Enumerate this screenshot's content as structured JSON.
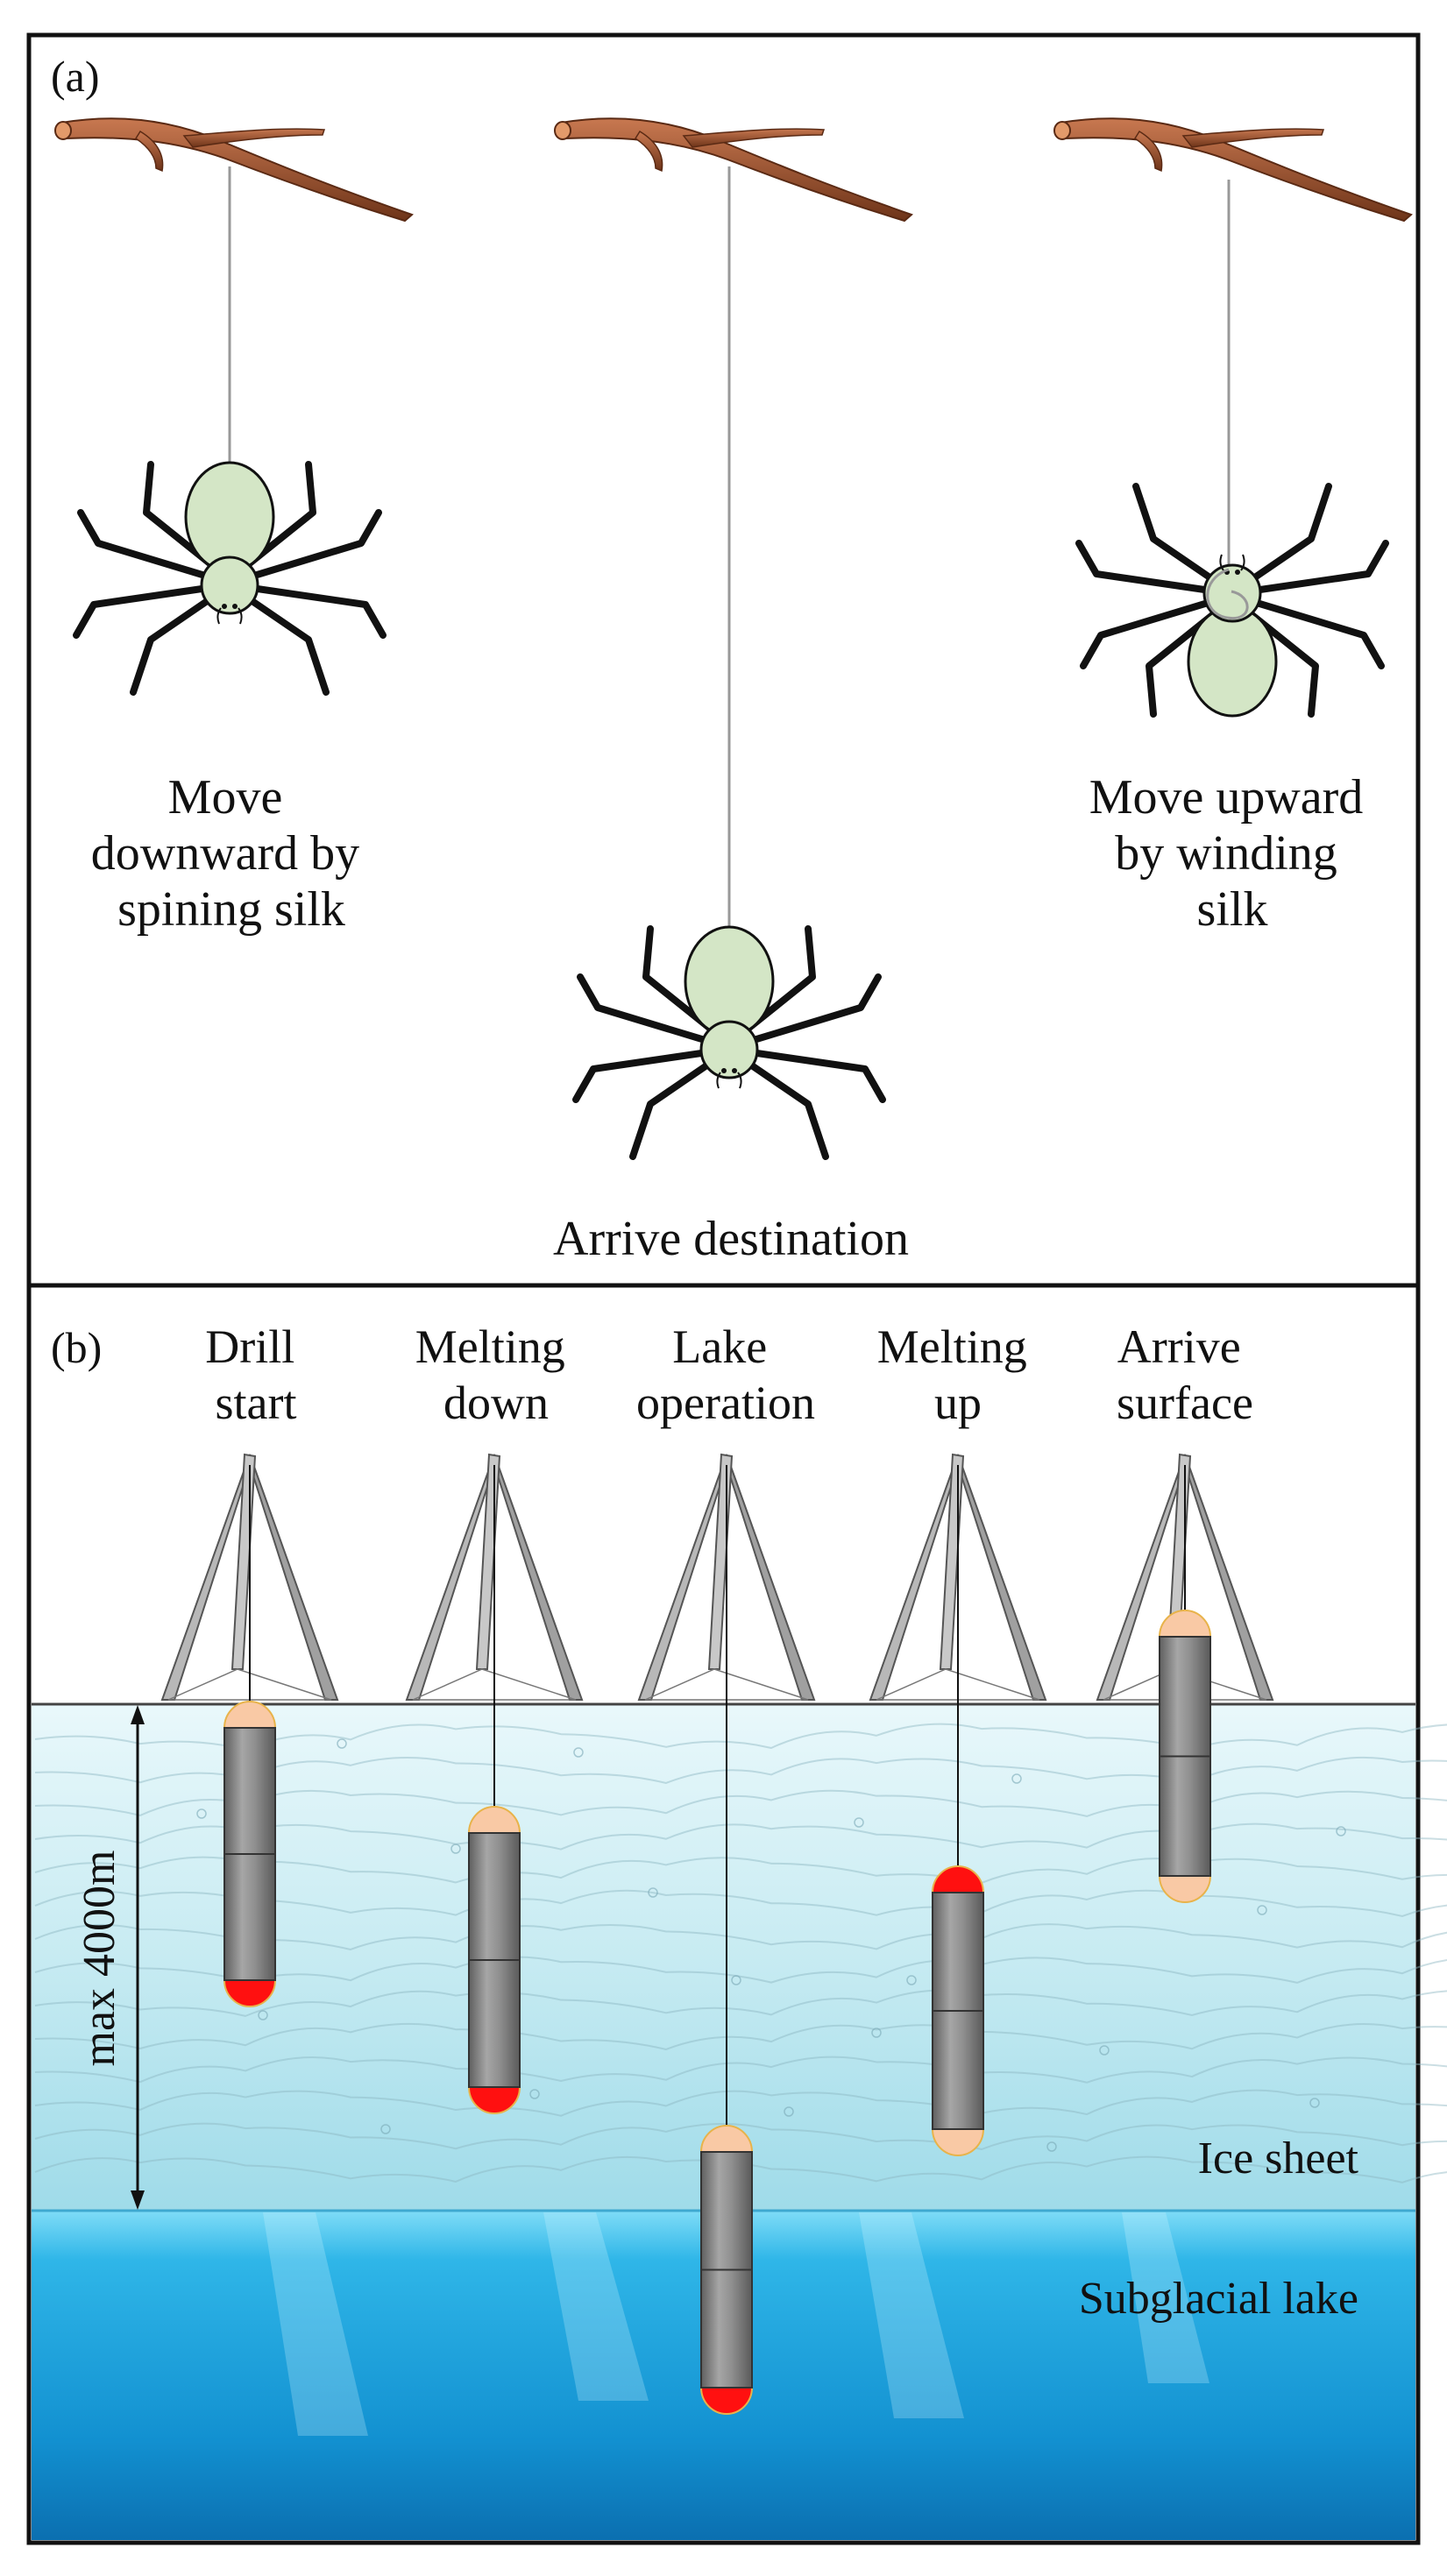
{
  "panel_a": {
    "label": "(a)",
    "captions": {
      "down": [
        "Move",
        "downward by",
        "spining silk"
      ],
      "arrive": [
        "Arrive destination"
      ],
      "up": [
        "Move upward",
        "by winding",
        "silk"
      ]
    }
  },
  "panel_b": {
    "label": "(b)",
    "stages": [
      [
        "Drill",
        "start"
      ],
      [
        "Melting",
        "down"
      ],
      [
        "Lake",
        "operation"
      ],
      [
        "Melting",
        "up"
      ],
      [
        "Arrive",
        "surface"
      ]
    ],
    "depth_label": "max 4000m",
    "ice_label": "Ice sheet",
    "lake_label": "Subglacial lake"
  },
  "colors": {
    "spider_body": "#d4e6c6",
    "branch": "#8b4a2b",
    "probe_body": "#8a8a8a",
    "probe_red": "#ff1010",
    "probe_peach": "#f9c9a5",
    "ice": "#cdeef3",
    "lake": "#1a9fdb"
  }
}
